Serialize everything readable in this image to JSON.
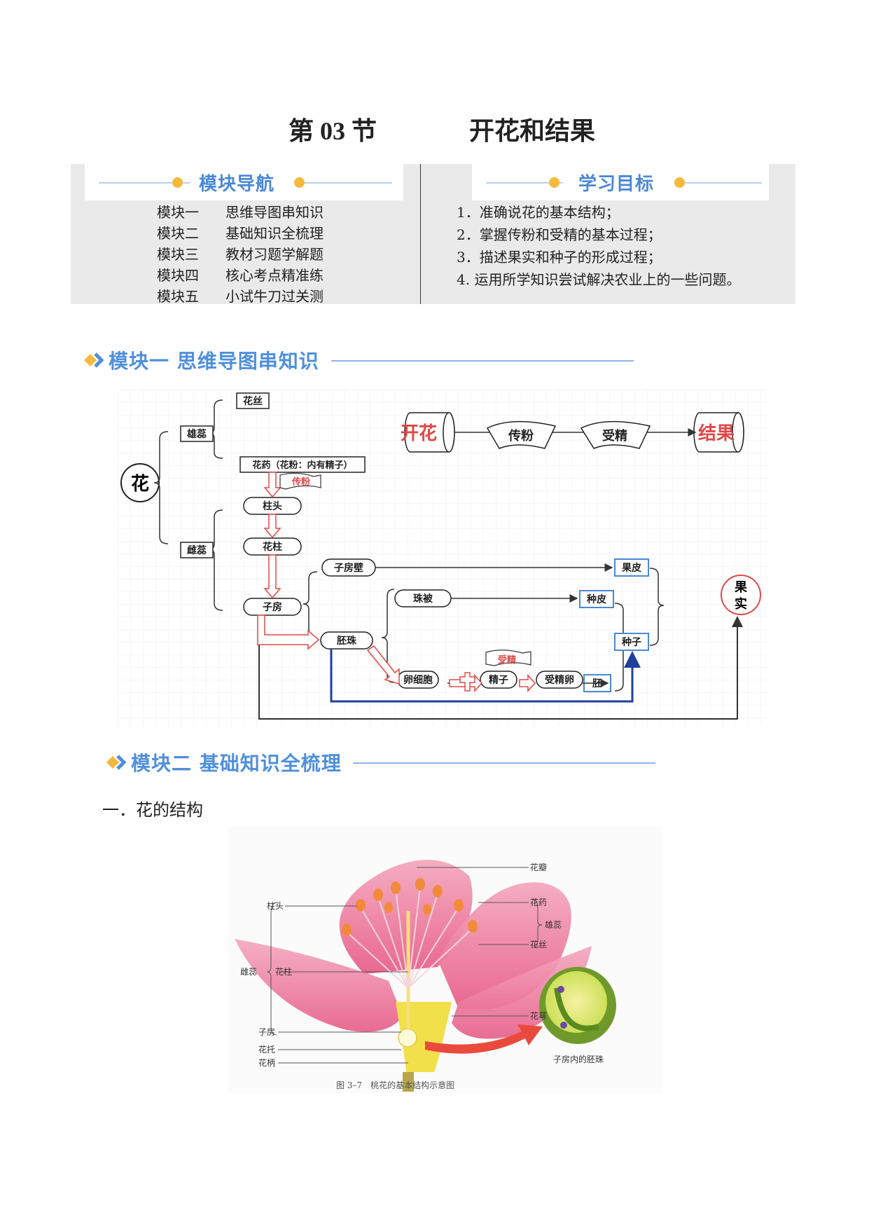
{
  "header": {
    "title_section": "第 03 节",
    "title_topic": "开花和结果"
  },
  "nav_panel": {
    "label": "模块导航",
    "items": [
      {
        "module": "模块一",
        "title": "思维导图串知识"
      },
      {
        "module": "模块二",
        "title": "基础知识全梳理"
      },
      {
        "module": "模块三",
        "title": "教材习题学解题"
      },
      {
        "module": "模块四",
        "title": "核心考点精准练"
      },
      {
        "module": "模块五",
        "title": "小试牛刀过关测"
      }
    ]
  },
  "goals_panel": {
    "label": "学习目标",
    "items": [
      "1．准确说花的基本结构；",
      "2．掌握传粉和受精的基本过程；",
      "3．描述果实和种子的形成过程；",
      "4. 运用所学知识尝试解决农业上的一些问题。"
    ]
  },
  "section1": {
    "title": "模块一 思维导图串知识"
  },
  "mindmap": {
    "flower": "花",
    "stamen": "雄蕊",
    "pistil": "雌蕊",
    "filament": "花丝",
    "anther": "花药（花粉：内有精子）",
    "pollination_tag": "传粉",
    "stigma": "柱头",
    "style": "花柱",
    "ovary": "子房",
    "ovary_wall": "子房壁",
    "ovule": "胚珠",
    "integument": "珠被",
    "egg_cell": "卵细胞",
    "sperm": "精子",
    "fertilized_egg": "受精卵",
    "fertilization_tag": "受精",
    "pericarp": "果皮",
    "seed_coat": "种皮",
    "seed": "种子",
    "embryo": "胚",
    "fruit_1": "果",
    "fruit_2": "实",
    "bloom": "开花",
    "result": "结果",
    "pollination": "传粉",
    "fertilization": "受精"
  },
  "section2": {
    "title": "模块二 基础知识全梳理"
  },
  "subsection1": {
    "title": "一．花的结构"
  },
  "figure": {
    "petal": "花瓣",
    "anther": "花药",
    "stamen": "雄蕊",
    "filament": "花丝",
    "stigma": "柱头",
    "pistil": "雌蕊",
    "style": "花柱",
    "sepal": "花萼",
    "ovary": "子房",
    "receptacle": "花托",
    "pedicel": "花柄",
    "ovule_label": "子房内的胚珠",
    "caption": "图 3–7　桃花的基本结构示意图"
  }
}
